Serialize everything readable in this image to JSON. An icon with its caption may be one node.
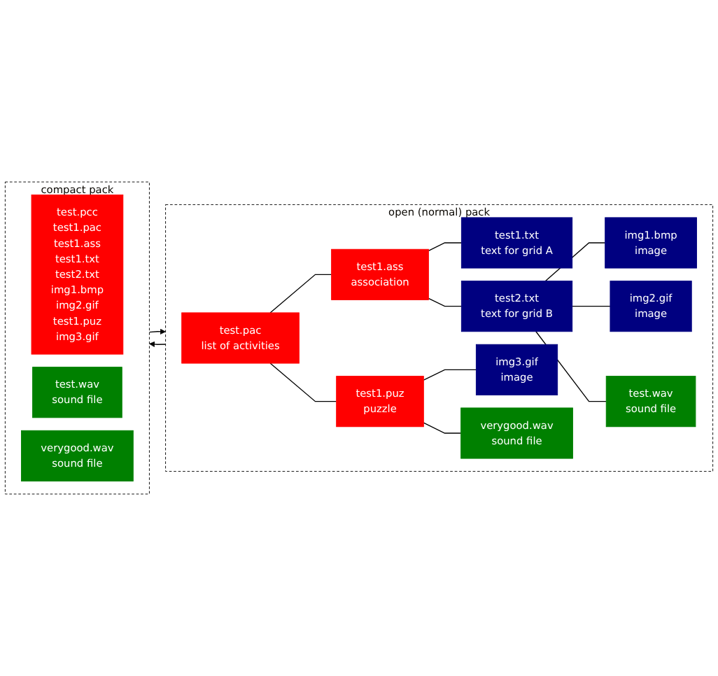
{
  "diagram": {
    "nodes": [
      {
        "text": [
          "open (normal) pack"
        ]
      },
      {
        "text": [
          "test.pac",
          "list of activities"
        ],
        "in": 0
      },
      {
        "text": [
          "test1.ass",
          "association"
        ],
        "in": 0
      },
      {
        "text": [
          "test1.txt",
          "text for grid A"
        ],
        "in": 0
      },
      {
        "text": [
          "test2.txt",
          "text for grid B"
        ],
        "in": 0
      },
      {
        "text": [
          "img1.bmp",
          "image"
        ],
        "in": 0
      },
      {
        "text": [
          "img2.gif",
          "image"
        ],
        "in": 0
      },
      {
        "text": [
          "test.wav",
          "sound file"
        ],
        "in": 0
      },
      {
        "text": [
          "test1.puz",
          "puzzle"
        ],
        "in": 0
      },
      {
        "text": [
          "img3.gif",
          "image"
        ],
        "in": 0
      },
      {
        "text": [
          "verygood.wav",
          "sound file"
        ],
        "in": 0
      },
      {
        "text": [
          "compact pack"
        ]
      },
      {
        "text": [
          "test.pcc",
          "test1.pac",
          "test1.ass",
          "test1.txt",
          "test2.txt",
          "img1.bmp",
          "img2.gif",
          "test1.puz",
          "img3.gif"
        ],
        "in": 11
      },
      {
        "text": [
          "test.wav",
          "sound file"
        ],
        "in": 11
      },
      {
        "text": [
          "verygood.wav",
          "sound file"
        ],
        "in": 11
      }
    ],
    "edges": [
      {
        "from": 11,
        "to": 0,
        "arrow": "to"
      },
      {
        "from": 0,
        "to": 11,
        "arrow": "to"
      },
      {
        "from": 1,
        "to": 2,
        "arrow": "none"
      },
      {
        "from": 1,
        "to": 8,
        "arrow": "none"
      },
      {
        "from": 2,
        "to": 3,
        "arrow": "none"
      },
      {
        "from": 2,
        "to": 4,
        "arrow": "none"
      },
      {
        "from": 4,
        "to": 5,
        "arrow": "none"
      },
      {
        "from": 4,
        "to": 6,
        "arrow": "none"
      },
      {
        "from": 4,
        "to": 7,
        "arrow": "none"
      },
      {
        "from": 8,
        "to": 9,
        "arrow": "none"
      },
      {
        "from": 8,
        "to": 10,
        "arrow": "none"
      }
    ]
  }
}
